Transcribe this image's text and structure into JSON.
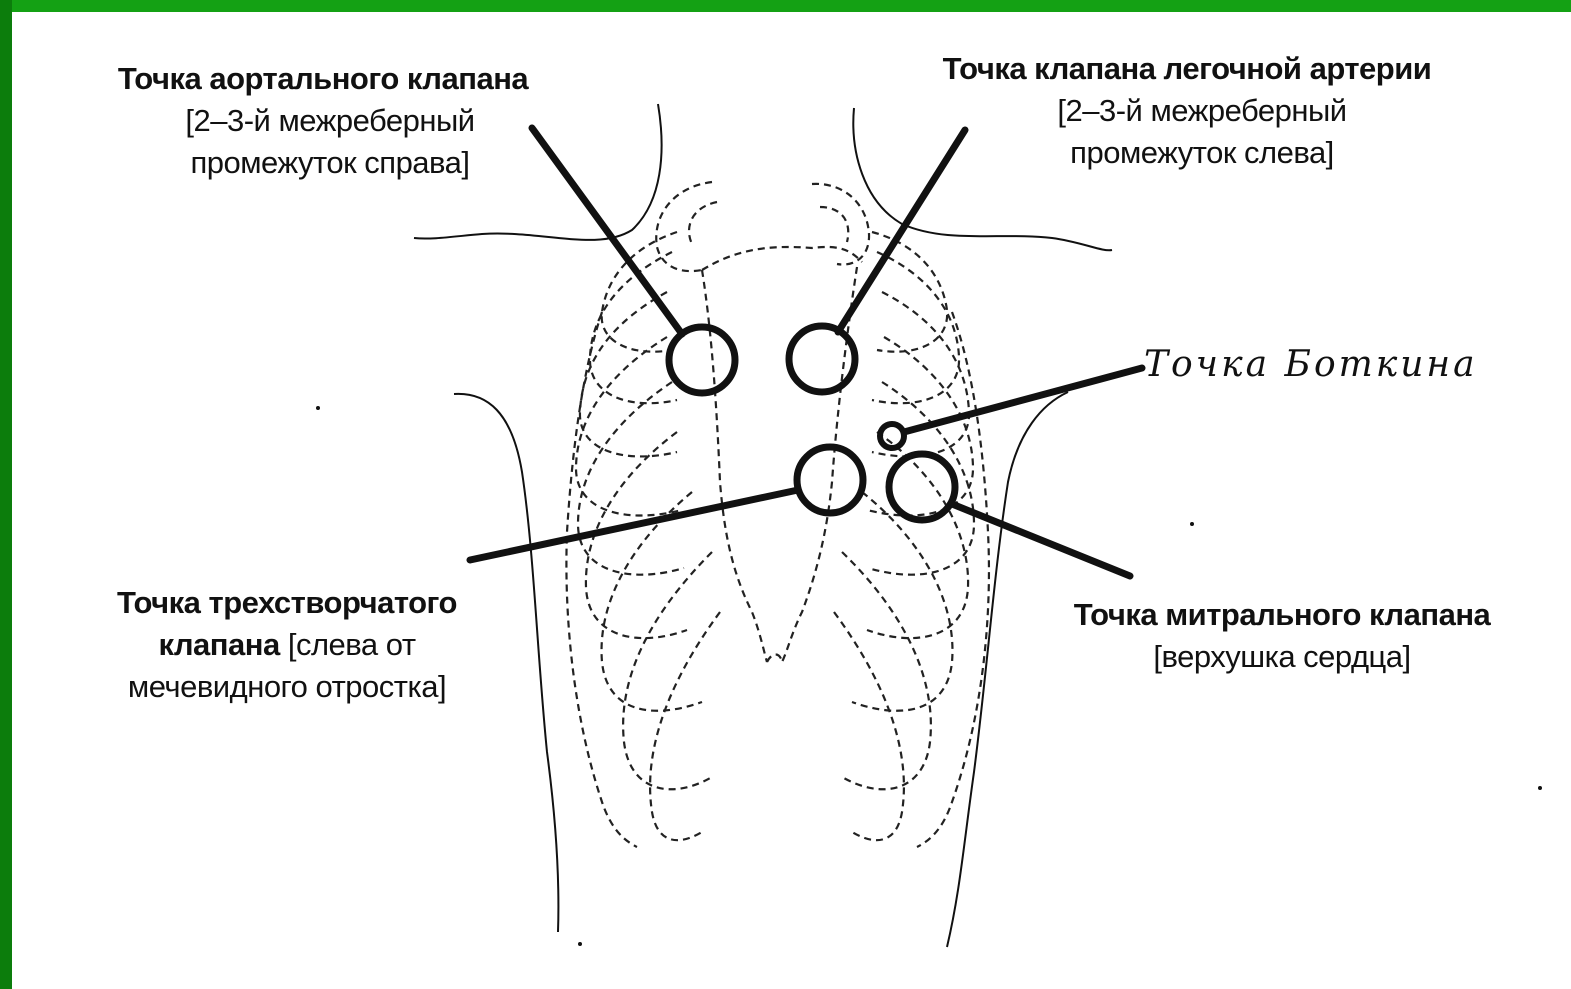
{
  "labels": {
    "aortic": {
      "title": "Точка аортального клапана",
      "line2": "[2–3-й межреберный",
      "line3": "промежуток справа]"
    },
    "pulmonary": {
      "title": "Точка клапана легочной артерии",
      "line2": "[2–3-й межреберный",
      "line3": "промежуток слева]"
    },
    "botkin": "Точка Боткина",
    "tricuspid": {
      "title": "Точка трехстворчатого",
      "line2_bold": "клапана",
      "line2_rest": " [слева от",
      "line3": "мечевидного отростка]"
    },
    "mitral": {
      "title": "Точка митрального клапана",
      "line2": "[верхушка сердца]"
    }
  },
  "colors": {
    "frame": "#1f8f1f",
    "background": "#ffffff",
    "ink": "#111111"
  }
}
